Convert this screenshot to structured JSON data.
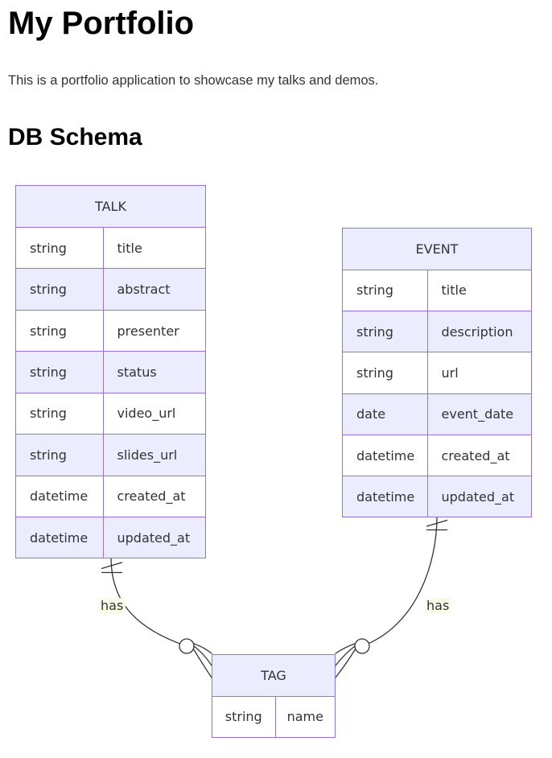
{
  "page": {
    "title": "My Portfolio",
    "description": "This is a portfolio application to showcase my talks and demos.",
    "section_heading": "DB Schema"
  },
  "colors": {
    "entity_border": "#9370DB",
    "entity_fill": "#ECECFF",
    "row_fill": "#ffffff",
    "line": "#333333",
    "text": "#333333",
    "edge_label_bg": "#fbfbeb"
  },
  "diagram": {
    "type": "er-diagram",
    "entities": [
      {
        "name": "TALK",
        "attributes": [
          {
            "type": "string",
            "name": "title"
          },
          {
            "type": "string",
            "name": "abstract"
          },
          {
            "type": "string",
            "name": "presenter"
          },
          {
            "type": "string",
            "name": "status"
          },
          {
            "type": "string",
            "name": "video_url"
          },
          {
            "type": "string",
            "name": "slides_url"
          },
          {
            "type": "datetime",
            "name": "created_at"
          },
          {
            "type": "datetime",
            "name": "updated_at"
          }
        ]
      },
      {
        "name": "EVENT",
        "attributes": [
          {
            "type": "string",
            "name": "title"
          },
          {
            "type": "string",
            "name": "description"
          },
          {
            "type": "string",
            "name": "url"
          },
          {
            "type": "date",
            "name": "event_date"
          },
          {
            "type": "datetime",
            "name": "created_at"
          },
          {
            "type": "datetime",
            "name": "updated_at"
          }
        ]
      },
      {
        "name": "TAG",
        "attributes": [
          {
            "type": "string",
            "name": "name"
          }
        ]
      }
    ],
    "relationships": [
      {
        "from": "TALK",
        "to": "TAG",
        "label": "has",
        "from_cardinality": "exactly-one",
        "to_cardinality": "zero-or-many"
      },
      {
        "from": "EVENT",
        "to": "TAG",
        "label": "has",
        "from_cardinality": "exactly-one",
        "to_cardinality": "zero-or-many"
      }
    ]
  }
}
